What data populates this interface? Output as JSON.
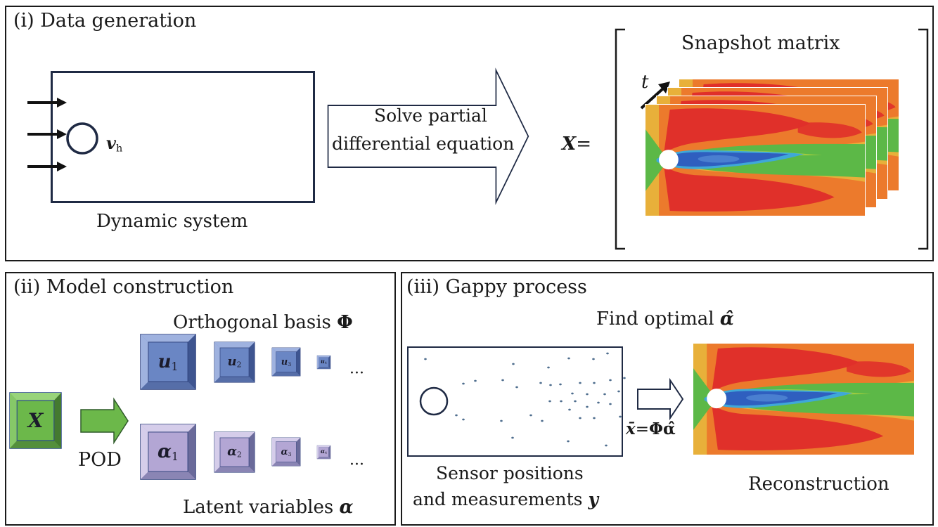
{
  "panels": {
    "data_generation": {
      "title": "(i) Data generation",
      "system_caption": "Dynamic system",
      "velocity_symbol": "v",
      "velocity_subscript": "h",
      "arrow_line1": "Solve partial",
      "arrow_line2": "differential equation",
      "matrix_symbol": "X",
      "equals": "=",
      "matrix_title": "Snapshot matrix",
      "time_symbol": "t"
    },
    "model_construction": {
      "title": "(ii) Model construction",
      "input_symbol": "X",
      "pod_label": "POD",
      "basis_label": "Orthogonal basis",
      "basis_symbol": "Φ",
      "latent_label": "Latent variables",
      "latent_symbol": "α",
      "basis_items": [
        {
          "symbol": "u",
          "index": "1"
        },
        {
          "symbol": "u",
          "index": "2"
        },
        {
          "symbol": "u",
          "index": "3"
        },
        {
          "symbol": "u",
          "index": "4"
        }
      ],
      "latent_items": [
        {
          "symbol": "α",
          "index": "1"
        },
        {
          "symbol": "α",
          "index": "2"
        },
        {
          "symbol": "α",
          "index": "3"
        },
        {
          "symbol": "α",
          "index": "4"
        }
      ],
      "ellipsis": "···"
    },
    "gappy_process": {
      "title": "(iii) Gappy process",
      "find_label": "Find optimal",
      "find_symbol": "α̂",
      "equation_lhs": "x̄",
      "equation_eq": "=",
      "equation_rhs": "Φα̂",
      "sensor_line1": "Sensor positions",
      "sensor_line2": "and measurements",
      "sensor_symbol": "y",
      "reconstruction_label": "Reconstruction"
    }
  },
  "colors": {
    "frame": "#1a1a1a",
    "navy": "#1f2a44",
    "green_box": "#6cb84a",
    "blue_box": "#6a86c4",
    "purple_box": "#b3a6d4",
    "sensor_dot": "#4f6e8e",
    "flow_red": "#e0302a",
    "flow_orange": "#ec7a2c",
    "flow_yellow": "#e8b03a",
    "flow_green": "#5cb847",
    "flow_blue": "#2f5fbf",
    "flow_cyan": "#3fa8d8"
  }
}
